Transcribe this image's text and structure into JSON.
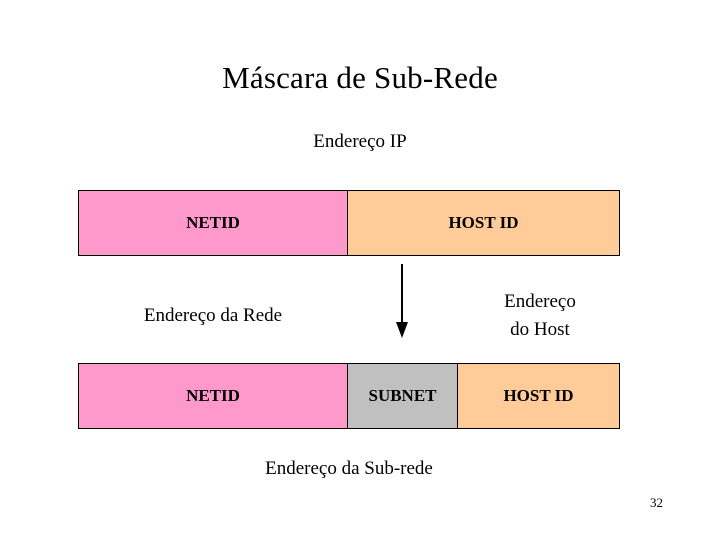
{
  "slide": {
    "title": "Máscara de Sub-Rede",
    "subtitle_ip": "Endereço IP",
    "top_bar": {
      "netid_label": "NETID",
      "hostid_label": "HOST ID",
      "netid_color": "#ff99cc",
      "hostid_color": "#ffcc99"
    },
    "middle_labels": {
      "network_address": "Endereço da Rede",
      "host_address_line1": "Endereço",
      "host_address_line2": "do Host"
    },
    "bottom_bar": {
      "netid_label": "NETID",
      "subnet_label": "SUBNET",
      "hostid_label": "HOST ID",
      "netid_color": "#ff99cc",
      "subnet_color": "#c0c0c0",
      "hostid_color": "#ffcc99"
    },
    "subnet_caption": "Endereço da Sub-rede",
    "page_number": "32"
  }
}
